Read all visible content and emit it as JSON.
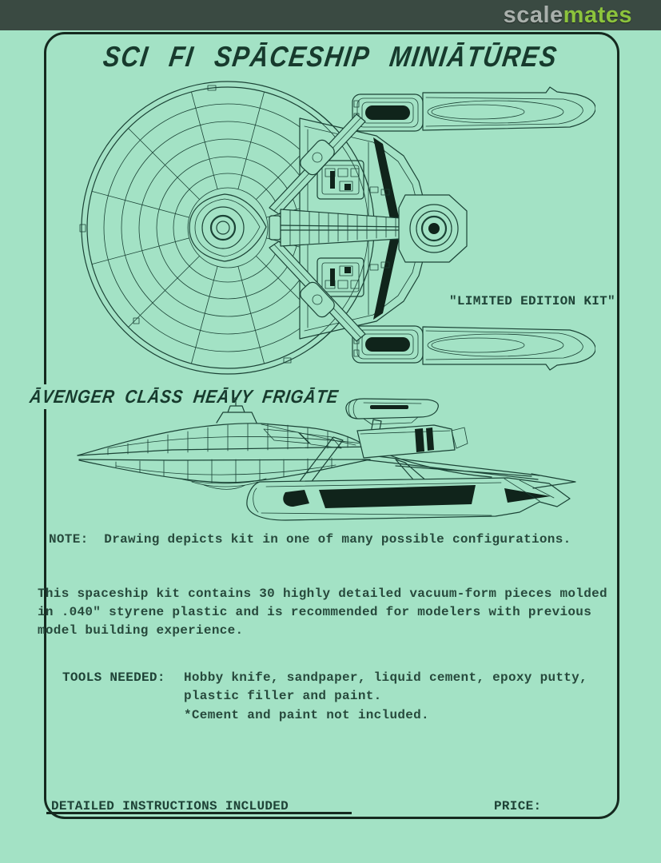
{
  "brand": {
    "scale": "scale",
    "mates": "mates"
  },
  "colors": {
    "paper": "#a3e2c5",
    "ink": "#1b4336",
    "top_bar": "#3a4a42",
    "logo_scale": "#a9b0ac",
    "logo_mates": "#8cc43c"
  },
  "sheet": {
    "title": "SCI FI SPĀCESHIP MINIĀTŪRES",
    "limited_edition": "\"LIMITED EDITION KIT\"",
    "ship_class_label": "ĀVENGER CLĀSS HEĀVY FRIGĀTE",
    "note": "NOTE:  Drawing depicts kit in one of many possible configurations.",
    "description_lines": [
      "This spaceship kit contains 30 highly detailed vacuum-form pieces molded",
      "in .040\" styrene plastic and is recommended for modelers with previous",
      "model building experience."
    ],
    "tools_label": "TOOLS NEEDED:",
    "tools_lines": [
      "Hobby knife, sandpaper, liquid cement, epoxy putty,",
      "plastic filler and paint."
    ],
    "tools_footnote": "*Cement and paint not included.",
    "footer_left": "DETAILED INSTRUCTIONS INCLUDED",
    "footer_right": "PRICE:"
  }
}
